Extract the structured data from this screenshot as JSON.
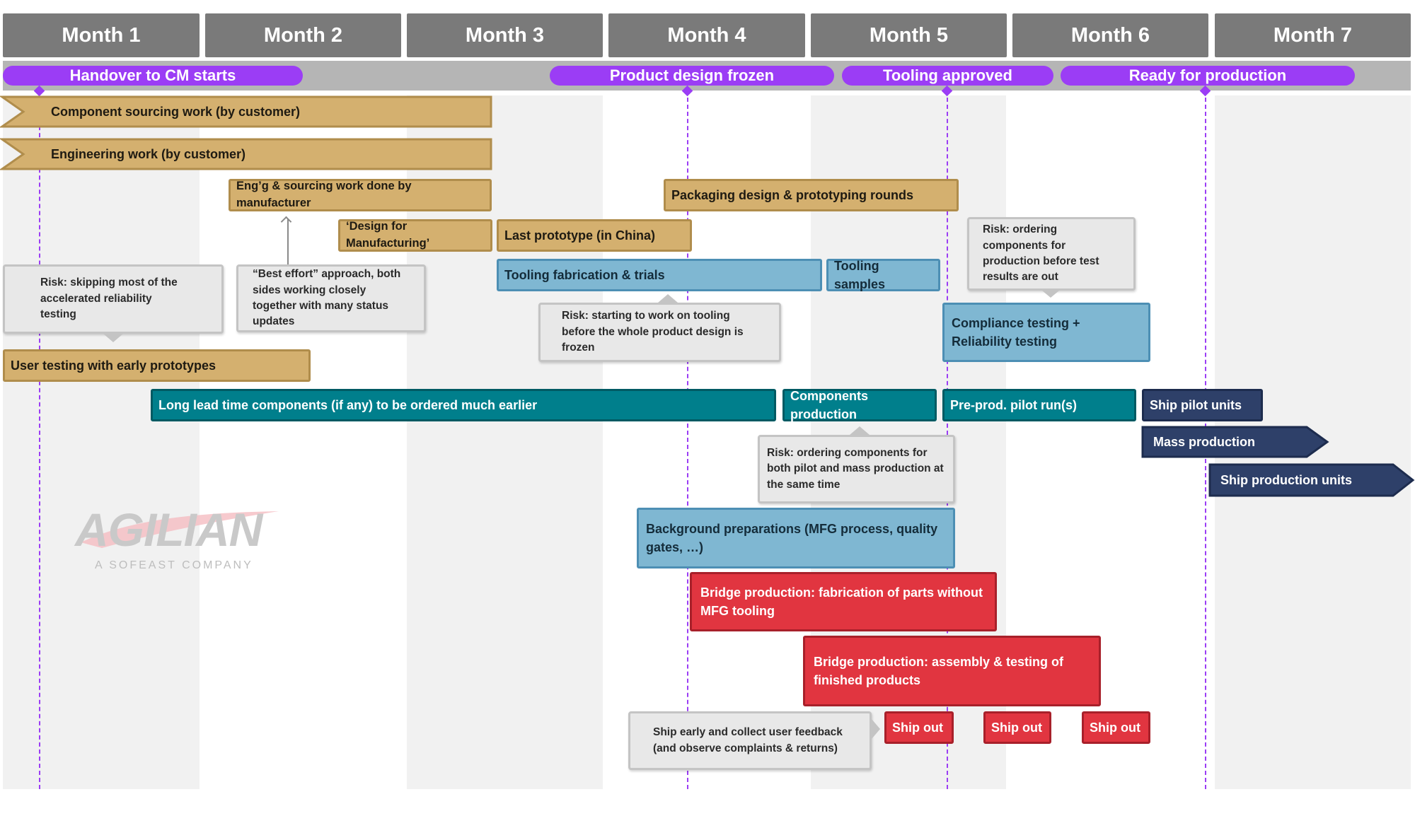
{
  "months": [
    "Month 1",
    "Month 2",
    "Month 3",
    "Month 4",
    "Month 5",
    "Month 6",
    "Month 7"
  ],
  "milestones": {
    "handover": "Handover to CM starts",
    "design_frozen": "Product design frozen",
    "tooling_approved": "Tooling approved",
    "ready_production": "Ready for production"
  },
  "tasks": {
    "component_sourcing": "Component sourcing work (by customer)",
    "engineering": "Engineering work (by customer)",
    "engg_sourcing_mfr": "Eng’g & sourcing work done by manufacturer",
    "packaging": "Packaging design & prototyping rounds",
    "dfm": "‘Design for Manufacturing’",
    "last_prototype": "Last prototype (in China)",
    "tooling_fab": "Tooling fabrication & trials",
    "tooling_samples": "Tooling samples",
    "compliance": "Compliance testing + Reliability testing",
    "user_testing": "User testing with early prototypes",
    "long_lead": "Long lead time components (if any) to be ordered much earlier",
    "components_production": "Components production",
    "preprod_pilot": "Pre-prod. pilot run(s)",
    "ship_pilot": "Ship pilot units",
    "mass_production": "Mass production",
    "ship_production": "Ship production units",
    "background_prep": "Background preparations (MFG process, quality gates, …)",
    "bridge_parts": "Bridge production: fabrication of parts without MFG tooling",
    "bridge_assembly": "Bridge production: assembly & testing of finished products",
    "ship_out": "Ship out"
  },
  "notes": {
    "risk_reliability": "Risk: skipping most of the accelerated reliability testing",
    "best_effort": "“Best effort” approach, both sides working closely together with many status updates",
    "risk_tooling": "Risk: starting to work on tooling before the whole product design is frozen",
    "risk_ordering_tests": "Risk: ordering components for production before test results are out",
    "risk_pilot_mass": "Risk: ordering components for both pilot and mass production at the same time",
    "ship_early": "Ship early and collect user feedback (and observe complaints & returns)"
  },
  "logo": {
    "name": "AGILIAN",
    "tagline": "A SOFEAST COMPANY"
  },
  "colors": {
    "milestone": "#9b3df5",
    "month_header": "#7a7a7a",
    "customer_work": "#d4b06f",
    "testing_tooling": "#7fb7d2",
    "components": "#007f8c",
    "production_shipping": "#2e4069",
    "bridge_production": "#e13540",
    "note": "#e8e8e8"
  }
}
